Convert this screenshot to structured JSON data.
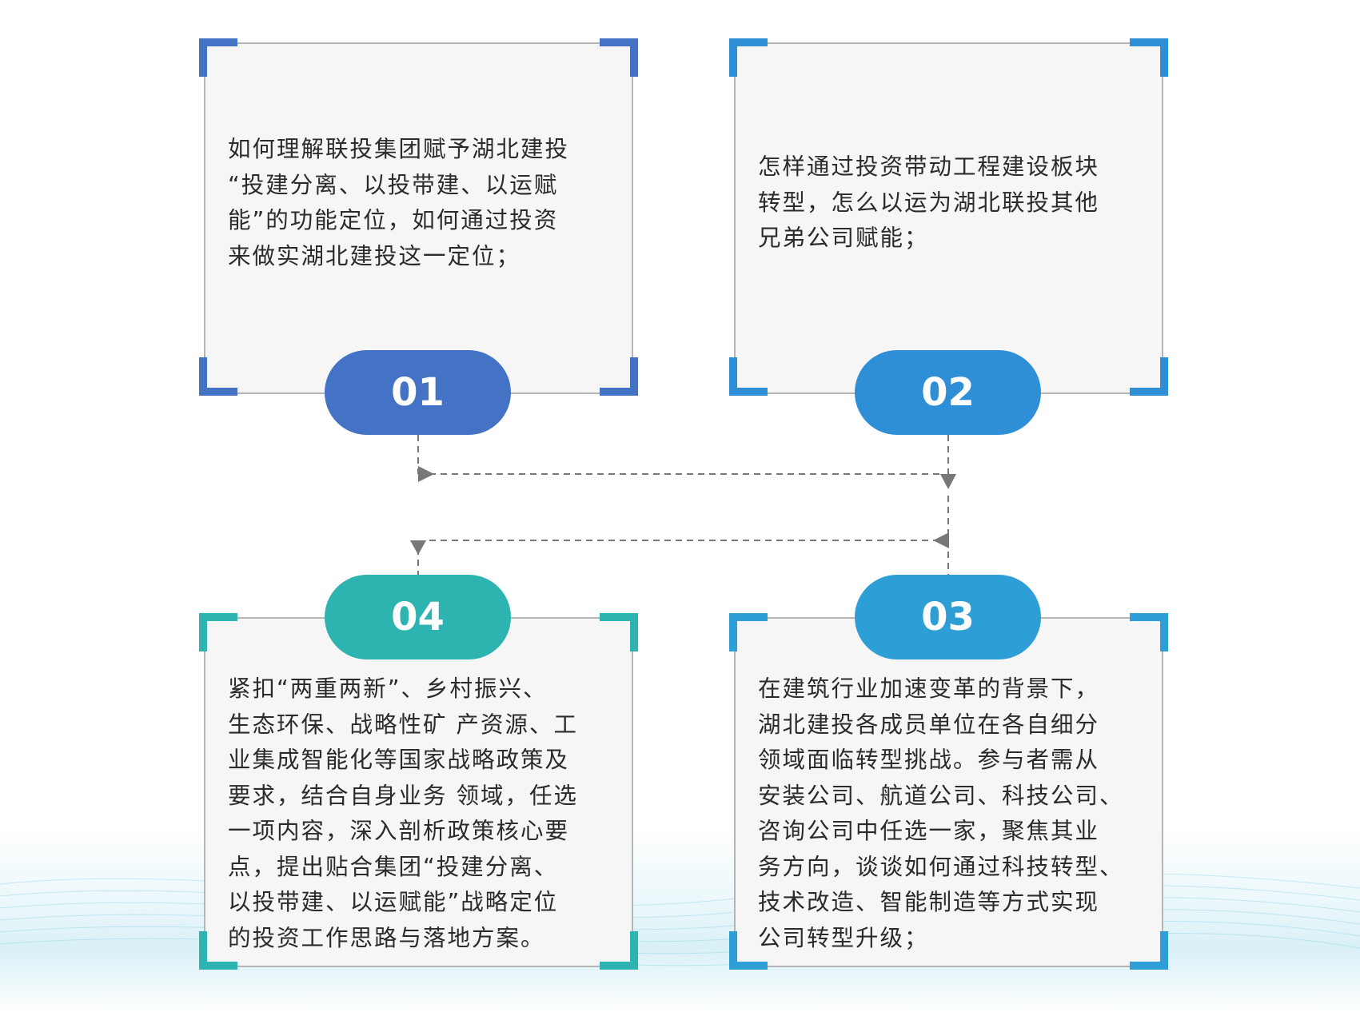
{
  "colors": {
    "card1": "#4472c4",
    "card2": "#2e8fd6",
    "card3": "#2e9fd6",
    "card4": "#2eb4b0",
    "connector": "#777777",
    "card_bg": "#f6f6f6",
    "card_border": "#b5b5b5"
  },
  "cards": [
    {
      "number": "01",
      "lines": [
        "如何理解联投集团赋予湖北建投",
        "“投建分离、以投带建、以运赋",
        "能”的功能定位，如何通过投资",
        "来做实湖北建投这一定位；"
      ]
    },
    {
      "number": "02",
      "lines": [
        "怎样通过投资带动工程建设板块",
        "转型，怎么以运为湖北联投其他",
        "兄弟公司赋能；"
      ]
    },
    {
      "number": "03",
      "lines": [
        "在建筑行业加速变革的背景下，",
        "湖北建投各成员单位在各自细分",
        "领域面临转型挑战。参与者需从",
        "安装公司、航道公司、科技公司、",
        "咨询公司中任选一家，聚焦其业",
        "务方向，谈谈如何通过科技转型、",
        "技术改造、智能制造等方式实现",
        "公司转型升级；"
      ]
    },
    {
      "number": "04",
      "lines": [
        "紧扣“两重两新”、乡村振兴、",
        "生态环保、战略性矿 产资源、工",
        "业集成智能化等国家战略政策及",
        "要求，结合自身业务 领域，任选",
        "一项内容，深入剖析政策核心要",
        "点，提出贴合集团“投建分离、",
        "以投带建、以运赋能”战略定位",
        "的投资工作思路与落地方案。"
      ]
    }
  ]
}
